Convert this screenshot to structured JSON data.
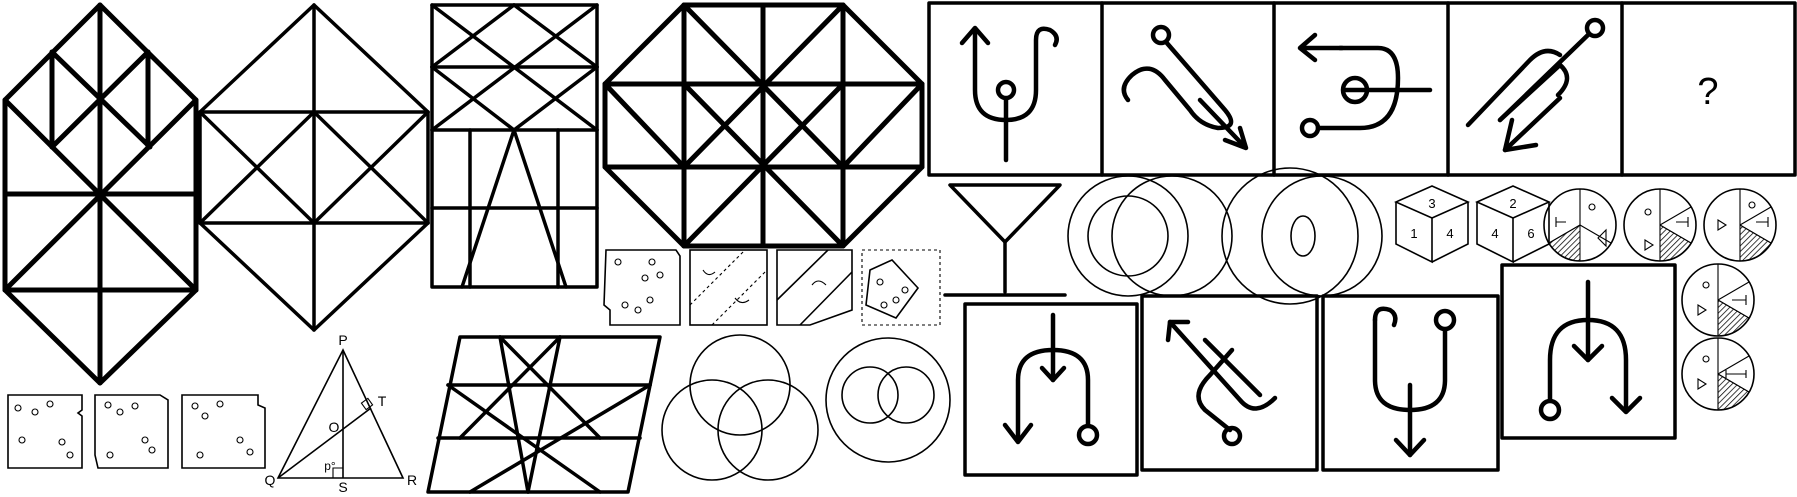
{
  "puzzle_strip": {
    "question_mark": "?"
  },
  "triangle": {
    "vertex_p": "P",
    "vertex_q": "Q",
    "vertex_r": "R",
    "vertex_s": "S",
    "vertex_t": "T",
    "vertex_o": "O",
    "angle_label": "p°"
  },
  "cubes": [
    {
      "top": "3",
      "left": "1",
      "right": "4"
    },
    {
      "top": "2",
      "left": "4",
      "right": "6"
    }
  ]
}
